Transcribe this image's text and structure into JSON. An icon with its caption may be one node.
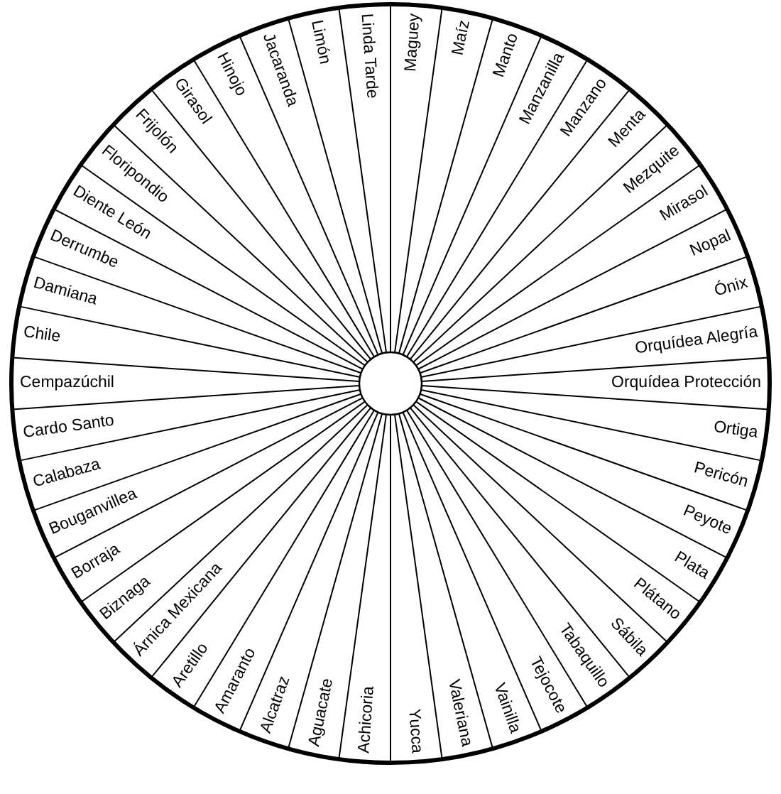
{
  "diagram": {
    "labels": [
      "Maguey",
      "Maíz",
      "Manto",
      "Manzanilla",
      "Manzano",
      "Menta",
      "Mezquite",
      "Mirasol",
      "Nopal",
      "Ónix",
      "Orquídea Alegría",
      "Orquídea Protección",
      "Ortiga",
      "Pericón",
      "Peyote",
      "Plata",
      "Plátano",
      "Sábila",
      "Tabaquillo",
      "Tejocote",
      "Vainilla",
      "Valeriana",
      "Yucca",
      "Achicoria",
      "Aguacate",
      "Alcatraz",
      "Amaranto",
      "Aretillo",
      "Árnica Mexicana",
      "Biznaga",
      "Borraja",
      "Bouganvillea",
      "Calabaza",
      "Cardo Santo",
      "Cempazúchil",
      "Chile",
      "Damiana",
      "Derrumbe",
      "Diente León",
      "Floripondio",
      "Frijolón",
      "Girasol",
      "Hinojo",
      "Jacaranda",
      "Limón",
      "Linda Tarde"
    ]
  }
}
